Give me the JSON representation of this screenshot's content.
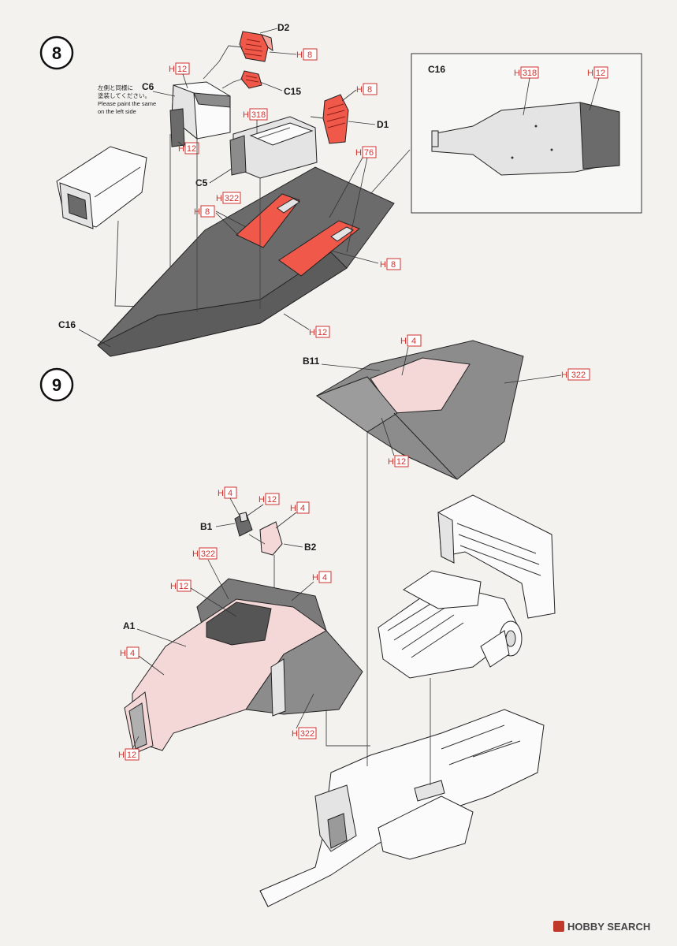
{
  "steps": {
    "step8": {
      "number": "8",
      "part_labels": {
        "d2": "D2",
        "c15": "C15",
        "d1": "D1",
        "c5": "C5",
        "c16": "C16",
        "c6": "C6",
        "inset_c16": "C16"
      },
      "note_jp": "左側と同様に",
      "note_jp2": "塗装してください。",
      "note_en1": "Please paint the same",
      "note_en2": "on the left side",
      "paint_codes": {
        "d2_color": "8",
        "c6_top": "12",
        "c6_side": "12",
        "c5_top": "318",
        "c5_side": "322",
        "d1_color": "8",
        "ducts": "76",
        "floor_left": "8",
        "floor_right": "8",
        "floor_base": "12",
        "inset_main": "318",
        "inset_rear": "12"
      }
    },
    "step9": {
      "number": "9",
      "part_labels": {
        "b11": "B11",
        "b1": "B1",
        "b2": "B2",
        "a1": "A1"
      },
      "paint_codes": {
        "b11_top": "4",
        "b11_side": "322",
        "b11_inner": "12",
        "b1_a": "4",
        "b1_b": "12",
        "b2": "4",
        "a1_top": "322",
        "a1_cockpit": "12",
        "a1_right": "4",
        "a1_nose": "4",
        "a1_side": "322",
        "a1_inner": "12"
      }
    }
  },
  "paint_prefix": "H",
  "watermark": "HOBBY SEARCH",
  "colors": {
    "paint_code_red": "#d2322d",
    "dark_grey": "#6b6b6b",
    "pink": "#f4d8d8",
    "red": "#f0584a"
  }
}
